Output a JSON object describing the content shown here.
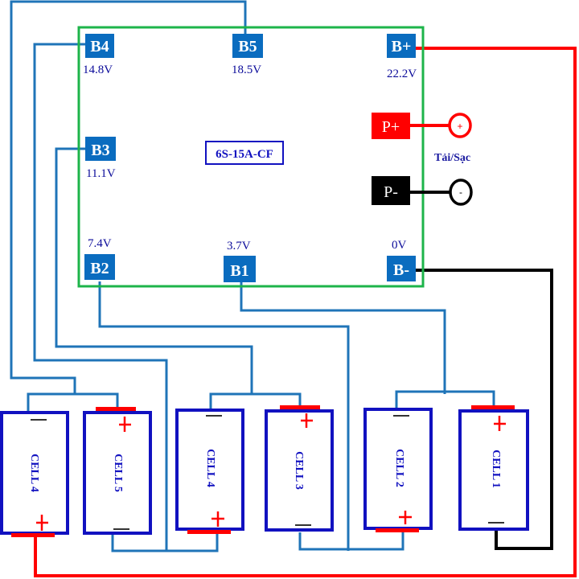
{
  "diagram": {
    "title": "6S BMS wiring diagram",
    "board_label": "6S-15A-CF",
    "load_label": "Tải/Sạc",
    "terminals": [
      {
        "id": "B4",
        "label": "B4",
        "voltage": "14.8V"
      },
      {
        "id": "B5",
        "label": "B5",
        "voltage": "18.5V"
      },
      {
        "id": "Bplus",
        "label": "B+",
        "voltage": "22.2V"
      },
      {
        "id": "B3",
        "label": "B3",
        "voltage": "11.1V"
      },
      {
        "id": "B2",
        "label": "B2",
        "voltage": "7.4V"
      },
      {
        "id": "B1",
        "label": "B1",
        "voltage": "3.7V"
      },
      {
        "id": "Bminus",
        "label": "B-",
        "voltage": "0V"
      }
    ],
    "output_terminals": [
      {
        "id": "Pplus",
        "label": "P+",
        "connector_symbol": "+",
        "color": "#ff0000"
      },
      {
        "id": "Pminus",
        "label": "P-",
        "connector_symbol": "-",
        "color": "#000000"
      }
    ],
    "cells": [
      {
        "label": "CELL 4",
        "top_polarity": "—",
        "bottom_polarity": "+"
      },
      {
        "label": "CELL 5",
        "top_polarity": "+",
        "bottom_polarity": "—"
      },
      {
        "label": "CELL 4",
        "top_polarity": "—",
        "bottom_polarity": "+"
      },
      {
        "label": "CELL 3",
        "top_polarity": "+",
        "bottom_polarity": "—"
      },
      {
        "label": "CELL 2",
        "top_polarity": "—",
        "bottom_polarity": "+"
      },
      {
        "label": "CELL 1",
        "top_polarity": "+",
        "bottom_polarity": "—"
      }
    ],
    "colors": {
      "board_outline": "#1db44a",
      "terminal": "#0a6cbf",
      "balance_wire": "#1f74b8",
      "positive_wire": "#ff0000",
      "negative_wire": "#000000",
      "cell_outline": "#1111c0",
      "voltage_text": "#0b0b9a"
    }
  }
}
